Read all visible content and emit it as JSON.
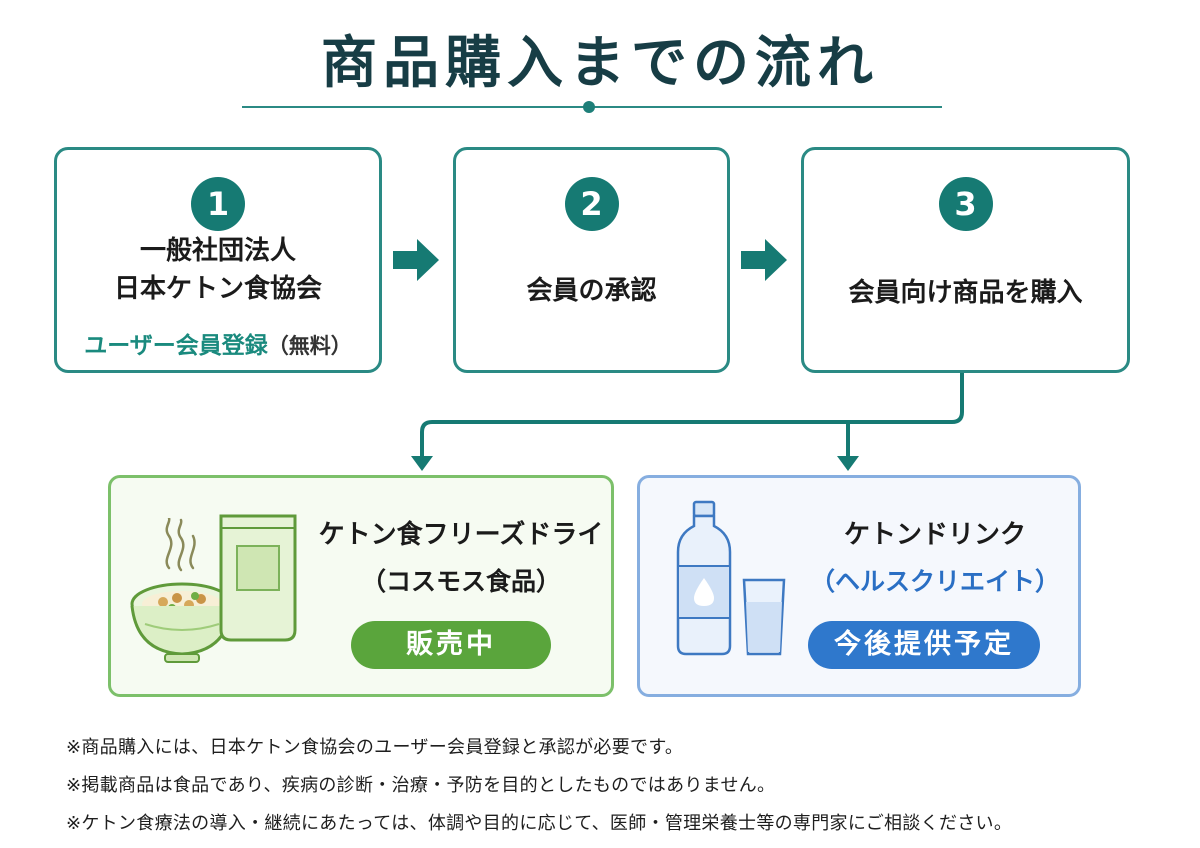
{
  "title": "商品購入までの流れ",
  "steps": [
    {
      "number": "1",
      "line1": "一般社団法人",
      "line2": "日本ケトン食協会",
      "sub": "ユーザー会員登録",
      "sub_paren": "（無料）"
    },
    {
      "number": "2",
      "line1": "会員の承認"
    },
    {
      "number": "3",
      "line1": "会員向け商品を購入"
    }
  ],
  "products": [
    {
      "name": "ケトン食フリーズドライ",
      "maker": "（コスモス食品）",
      "status": "販売中",
      "status_color": "#5aa53c"
    },
    {
      "name": "ケトンドリンク",
      "maker": "（ヘルスクリエイト）",
      "maker_color": "#2a6fc4",
      "status": "今後提供予定",
      "status_color": "#2f78cc"
    }
  ],
  "notes": [
    "※商品購入には、日本ケトン食協会のユーザー会員登録と承認が必要です。",
    "※掲載商品は食品であり、疾病の診断・治療・予防を目的としたものではありません。",
    "※ケトン食療法の導入・継続にあたっては、体調や目的に応じて、医師・管理栄養士等の専門家にご相談ください。"
  ],
  "colors": {
    "teal": "#167a73",
    "green_border": "#7cc06a",
    "blue_border": "#86aee0"
  },
  "icons": [
    "steam-icon",
    "rice-bowl-icon",
    "food-pouch-icon",
    "water-bottle-icon",
    "glass-icon",
    "arrow-right-icon",
    "arrow-down-icon"
  ]
}
